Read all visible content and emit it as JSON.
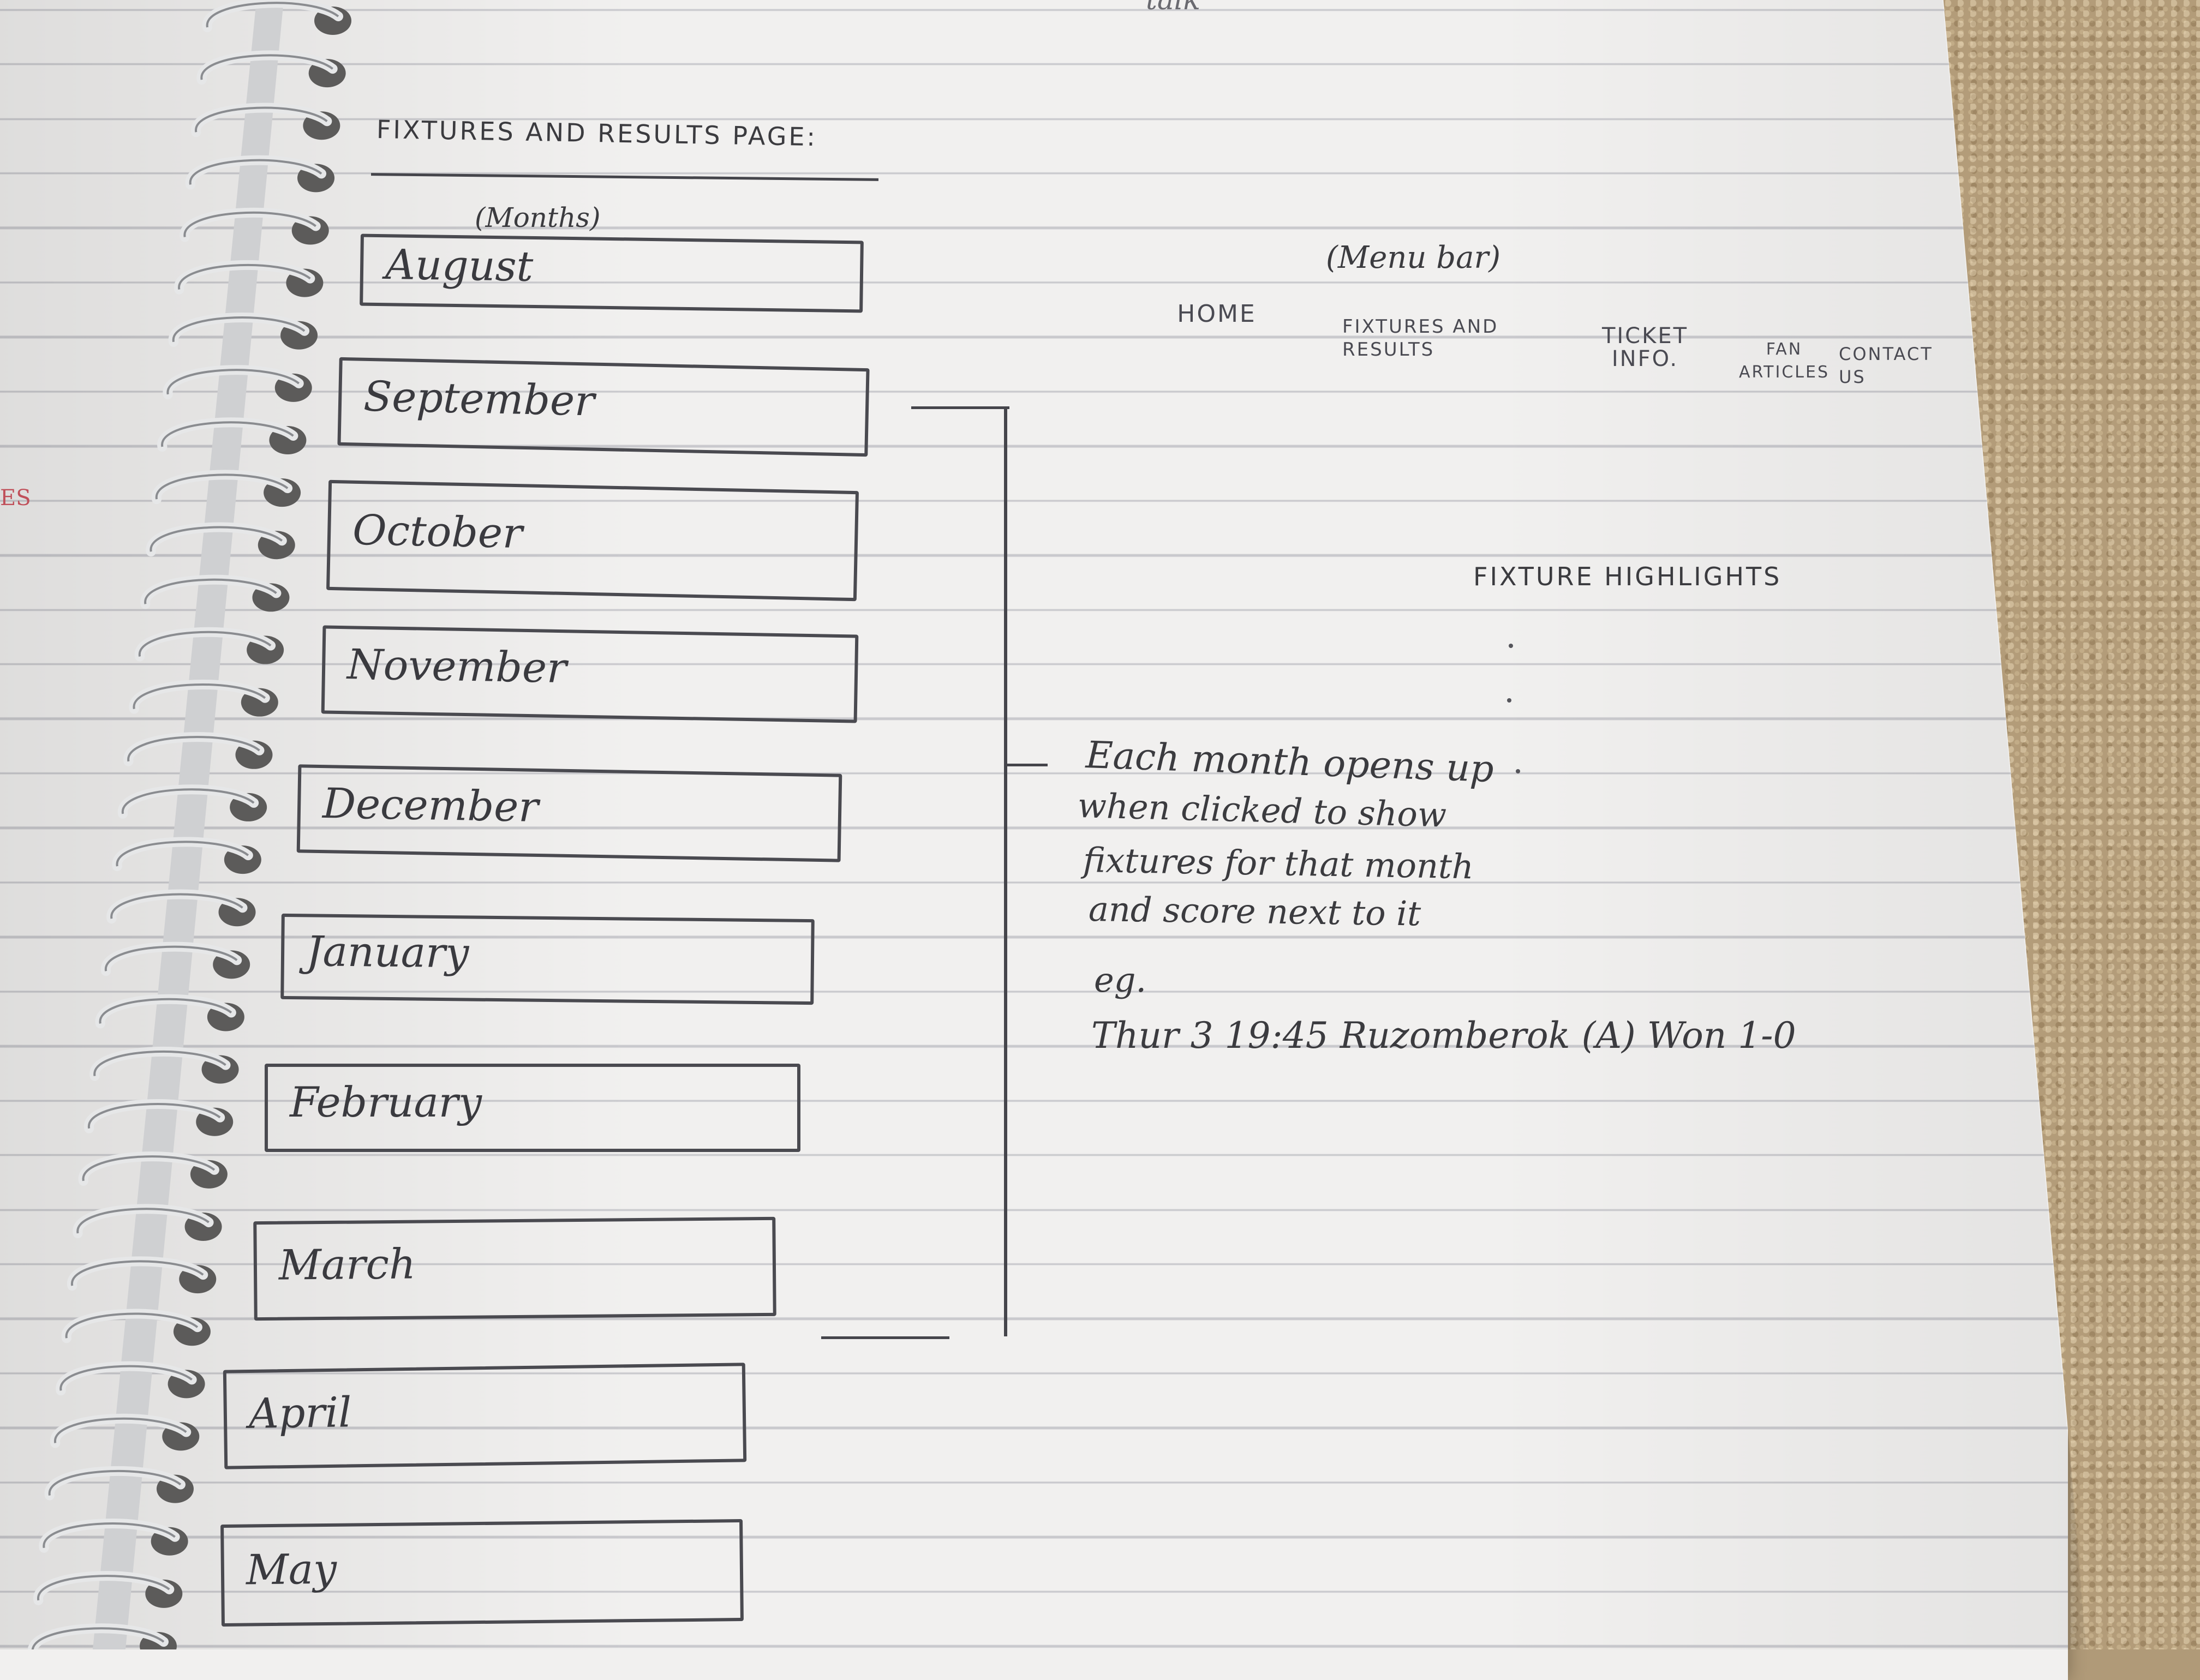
{
  "page_title": "FIXTURES AND RESULTS PAGE:",
  "top_partial_text": "talk",
  "margin_mark": "ES",
  "months_caption": "(Months)",
  "months": [
    "August",
    "September",
    "October",
    "November",
    "December",
    "January",
    "February",
    "March",
    "April",
    "May"
  ],
  "menu": {
    "caption": "(Menu bar)",
    "items": [
      "HOME",
      "FIXTURES AND RESULTS",
      "TICKET INFO.",
      "FAN ARTICLES",
      "CONTACT US"
    ]
  },
  "highlights_label": "FIXTURE HIGHLIGHTS",
  "note": {
    "lines": [
      "Each month opens up",
      "when clicked to show",
      "fixtures for that month",
      "and score next to it"
    ],
    "eg_label": "eg.",
    "example": "Thur 3 19:45 Ruzomberok (A) Won 1-0"
  },
  "colors": {
    "ink": "#3b3b3f",
    "paper": "#f1f0ef",
    "rule_line": "#c9c9cd",
    "carpet": "#b39c79"
  }
}
